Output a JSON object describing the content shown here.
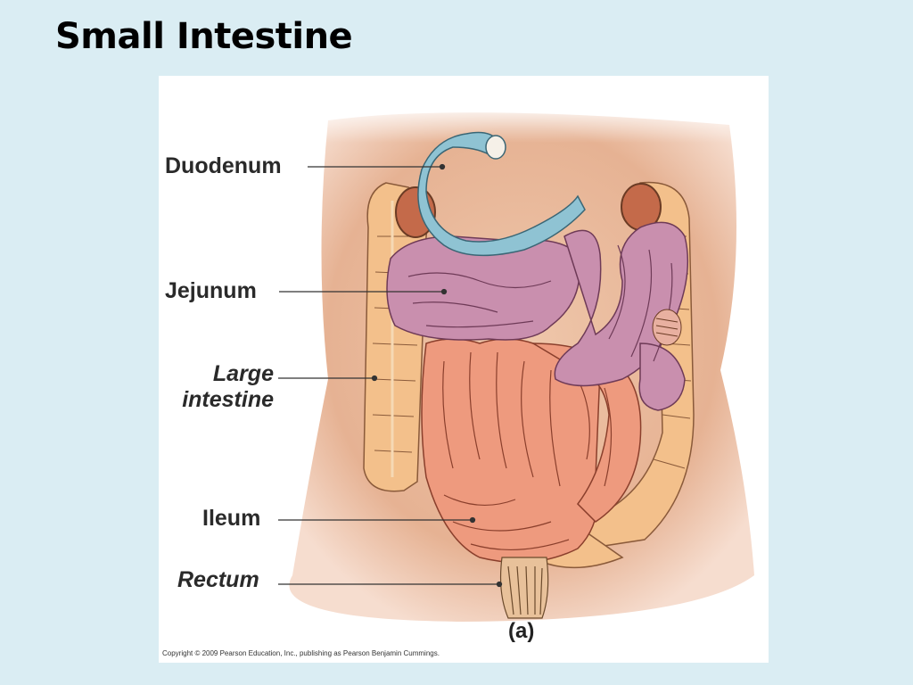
{
  "slide": {
    "title": "Small Intestine"
  },
  "figure": {
    "labels": {
      "duodenum": "Duodenum",
      "jejunum": "Jejunum",
      "large_line1": "Large",
      "large_line2": "intestine",
      "ileum": "Ileum",
      "rectum": "Rectum"
    },
    "panel_label": "(a)",
    "copyright": "Copyright © 2009 Pearson Education, Inc., publishing as Pearson Benjamin Cummings."
  },
  "colors": {
    "background": "#daedf3",
    "skin": "#e8b89a",
    "duodenum": "#8fc3d3",
    "jejunum": "#c98fae",
    "ileum": "#ee9a7e",
    "large_intestine": "#f3c08b"
  }
}
